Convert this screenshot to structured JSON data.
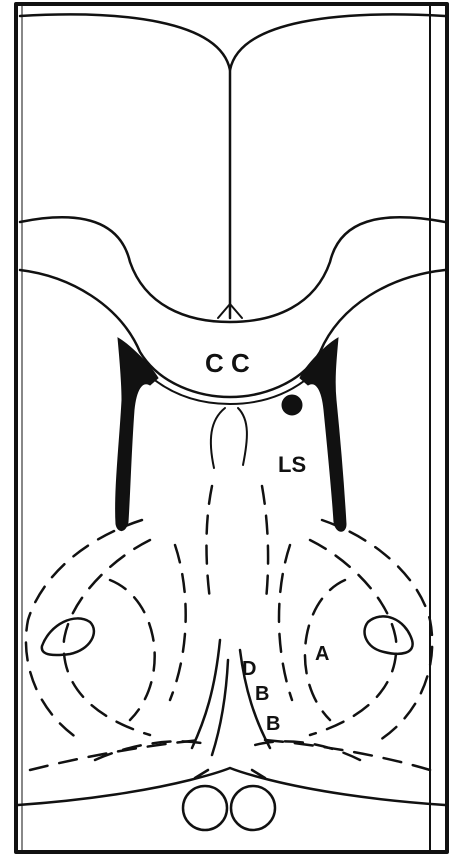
{
  "figure": {
    "ink_color": "#111111",
    "paper_color": "#ffffff",
    "labels": {
      "corpus_callosum": "C C",
      "lateral_septum": "LS",
      "region_a": "A",
      "diagonal_band_d": "D",
      "diagonal_band_b1": "B",
      "diagonal_band_b2": "B"
    },
    "marker": "filled-dot"
  }
}
